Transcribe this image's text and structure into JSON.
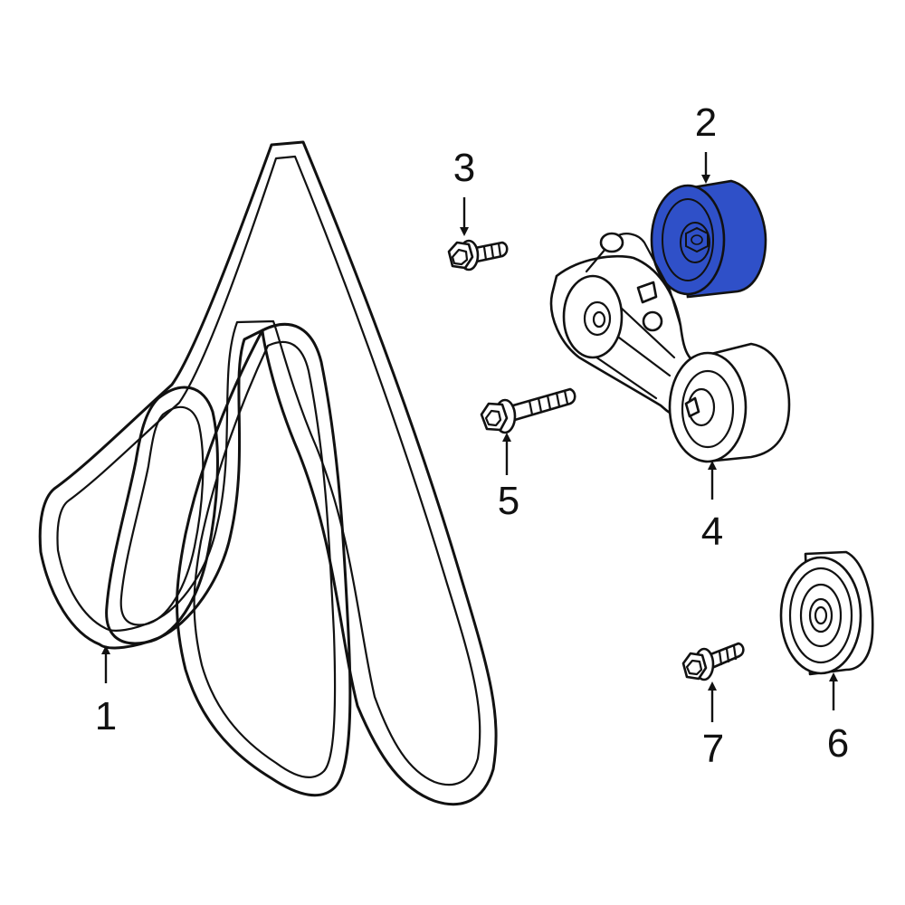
{
  "diagram": {
    "highlight_color": "#2f50c8",
    "callouts": [
      {
        "id": "belt",
        "label": "1"
      },
      {
        "id": "idler-pulley-highlighted",
        "label": "2"
      },
      {
        "id": "pulley-bolt",
        "label": "3"
      },
      {
        "id": "tensioner",
        "label": "4"
      },
      {
        "id": "tensioner-bolt",
        "label": "5"
      },
      {
        "id": "idler-pulley",
        "label": "6"
      },
      {
        "id": "idler-bolt",
        "label": "7"
      }
    ]
  }
}
